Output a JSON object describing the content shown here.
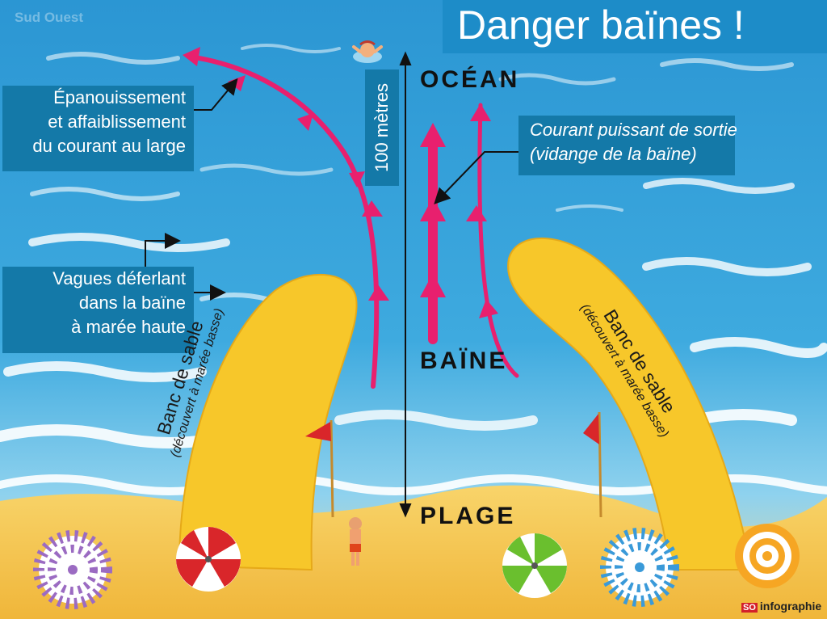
{
  "brand": "Sud Ouest",
  "title": "Danger baïnes !",
  "labels": {
    "ocean": "OCÉAN",
    "baine": "BAÏNE",
    "plage": "PLAGE",
    "distance": "100 mètres"
  },
  "callouts": {
    "epanouissement": [
      "Épanouissement",
      "et affaiblissement",
      "du courant au large"
    ],
    "vagues": [
      "Vagues déferlant",
      "dans la baïne",
      "à marée haute"
    ],
    "courant": [
      "Courant puissant de sortie",
      "(vidange de la baïne)"
    ]
  },
  "sandbanks": {
    "left": {
      "title": "Banc de sable",
      "note": "(découvert à marée basse)"
    },
    "right": {
      "title": "Banc de sable",
      "note": "(découvert à marée basse)"
    }
  },
  "footer": {
    "logo": "SO",
    "text": "infographie"
  },
  "colors": {
    "sea": "#2c9bd6",
    "title_band": "#1d8cc8",
    "callout_box": "#1479a8",
    "current_arrows": "#e8206e",
    "sand": "#f5c23e",
    "sandbank": "#f7c72a",
    "flag": "#d9262a"
  },
  "icons": [
    "swimmer-icon",
    "person-icon",
    "red-flag-icon",
    "beach-umbrella-icon"
  ]
}
